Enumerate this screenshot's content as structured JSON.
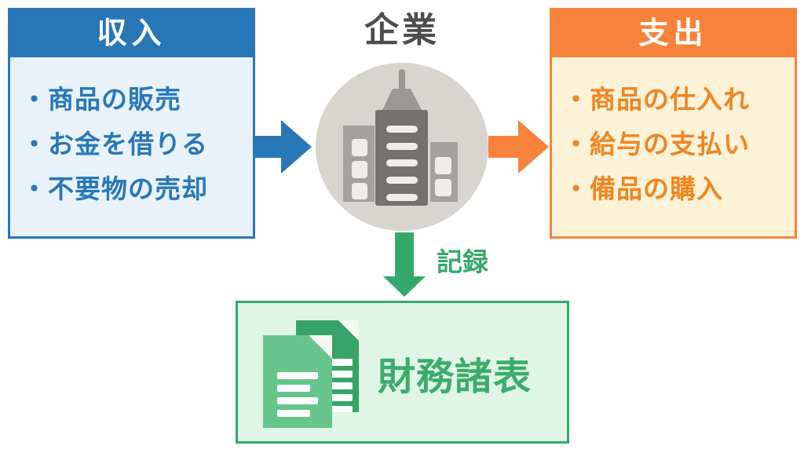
{
  "colors": {
    "blue": "#2878B8",
    "blue_light": "#E9F1FA",
    "orange": "#F6823C",
    "orange_text": "#F0851F",
    "orange_light": "#FCF2D8",
    "green": "#35A96B",
    "green_text": "#3CAC6C",
    "green_light": "#DFF6E6",
    "circle_gray": "#D8D4CF",
    "building_dark": "#767170",
    "building_mid": "#A5A1A0",
    "building_light": "#9B9794",
    "window": "#EFEDEA",
    "doc_back": "#36A466",
    "doc_front": "#66C58C",
    "doc_fold": "#F3FAF4",
    "title_dark": "#4F4C4C"
  },
  "icons": {
    "company": "building-icon",
    "statements": "documents-icon",
    "income_flow": "arrow-right-icon",
    "expense_flow": "arrow-right-icon",
    "record_flow": "arrow-down-icon"
  },
  "income_box": {
    "title": "収入",
    "items": [
      "・商品の販売",
      "・お金を借りる",
      "・不要物の売却"
    ]
  },
  "company": {
    "label": "企業"
  },
  "expense_box": {
    "title": "支出",
    "items": [
      "・商品の仕入れ",
      "・給与の支払い",
      "・備品の購入"
    ]
  },
  "record": {
    "label": "記録"
  },
  "statements": {
    "label": "財務諸表"
  }
}
